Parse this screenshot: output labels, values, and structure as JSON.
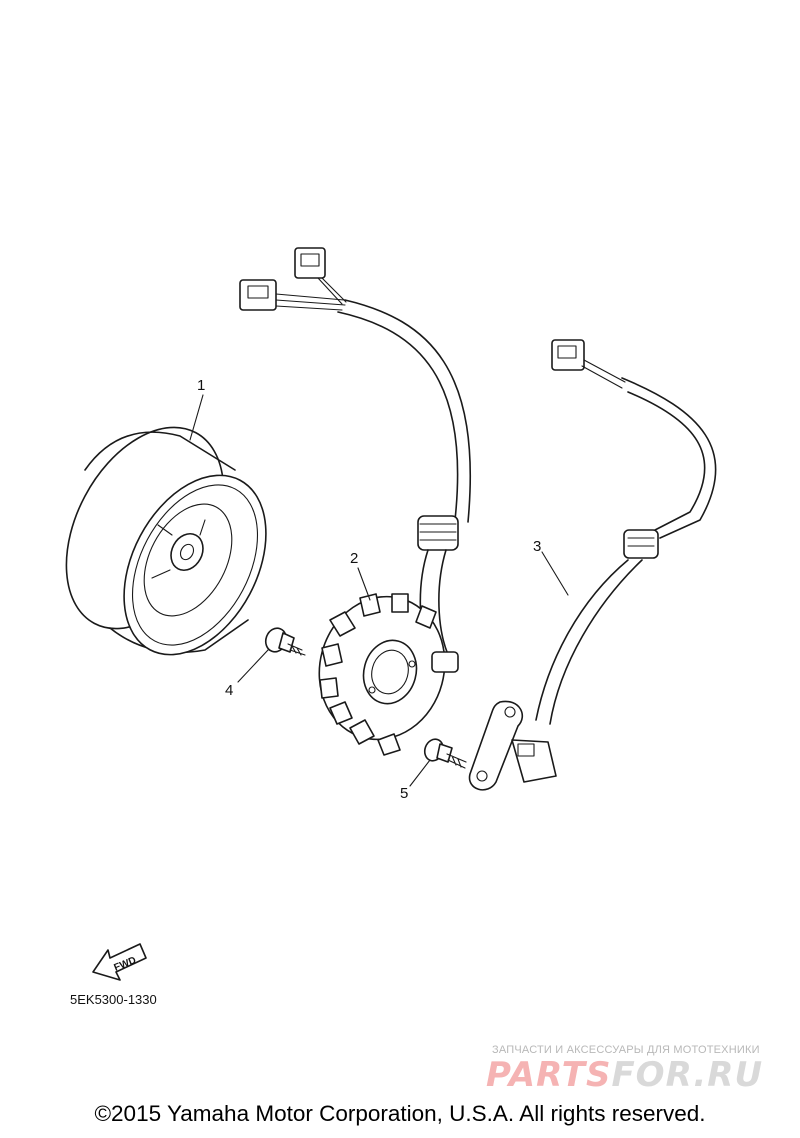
{
  "callouts": [
    {
      "id": "1",
      "label": "1",
      "part": "flywheel-rotor"
    },
    {
      "id": "2",
      "label": "2",
      "part": "stator"
    },
    {
      "id": "3",
      "label": "3",
      "part": "pickup-coil"
    },
    {
      "id": "4",
      "label": "4",
      "part": "bolt"
    },
    {
      "id": "5",
      "label": "5",
      "part": "screw"
    }
  ],
  "fwd_label": "FWD",
  "diagram_code": "5EK5300-1330",
  "watermark": {
    "tagline": "ЗАПЧАСТИ И АКСЕССУАРЫ ДЛЯ МОТОТЕХНИКИ",
    "logo_part1": "PARTS",
    "logo_part2": "FOR.RU",
    "logo_color_1": "#f5b3b3",
    "logo_color_2": "#d9d9d9"
  },
  "copyright": "©2015 Yamaha Motor Corporation, U.S.A. All rights reserved."
}
